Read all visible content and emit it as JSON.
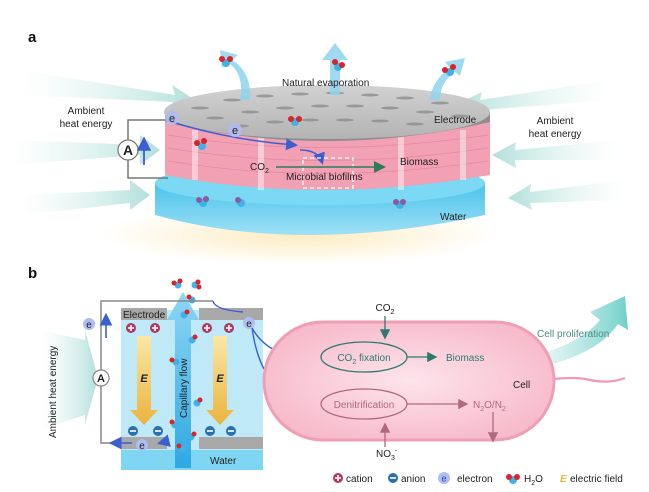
{
  "panel_a": {
    "letter": "a",
    "natural_evaporation": "Natural evaporation",
    "ambient_left_1": "Ambient",
    "ambient_left_2": "heat energy",
    "ambient_right_1": "Ambient",
    "ambient_right_2": "heat energy",
    "electrode": "Electrode",
    "co2": "CO",
    "co2_sub": "2",
    "biomass": "Biomass",
    "microbial_biofilms": "Microbial biofilms",
    "water": "Water",
    "ammeter": "A",
    "electron": "e",
    "electron_sup": "-"
  },
  "panel_b": {
    "letter": "b",
    "ambient": "Ambient heat energy",
    "electrode": "Electrode",
    "capillary_flow": "Capillary flow",
    "water": "Water",
    "ammeter": "A",
    "field": "E",
    "electron": "e",
    "electron_sup": "-",
    "cell": {
      "co2_top": "CO",
      "co2_sub": "2",
      "co2_fixation": "CO",
      "co2_fixation_sub": "2",
      "co2_fixation_rest": " fixation",
      "biomass": "Biomass",
      "denitrification": "Denitrification",
      "n2o": "N",
      "n2o_sub1": "2",
      "n2o_mid": "O/N",
      "n2o_sub2": "2",
      "no3": "NO",
      "no3_sub": "3",
      "no3_sup": "-",
      "cell_label": "Cell",
      "cell_proliferation": "Cell proliferation"
    }
  },
  "legend": {
    "items": [
      {
        "icon": "cation-icon",
        "label": "cation"
      },
      {
        "icon": "anion-icon",
        "label": "anion"
      },
      {
        "icon": "electron-icon",
        "label": "electron"
      },
      {
        "icon": "h2o-icon",
        "label": "H",
        "sub": "2",
        "rest": "O"
      },
      {
        "icon": "electric-field-icon",
        "glyph": "E",
        "label": "electric field"
      }
    ]
  },
  "colors": {
    "cation": "#b3385f",
    "anion": "#2a6fae",
    "electron": "#3b5fd0",
    "water": "#6fd0ee",
    "biofilm": "#f2a0b4",
    "electrode": "#9a9a9a",
    "field": "#e8b838",
    "fixation": "#2e7a6e",
    "denitrification": "#b06a80",
    "teal": "#7fd3d0"
  }
}
